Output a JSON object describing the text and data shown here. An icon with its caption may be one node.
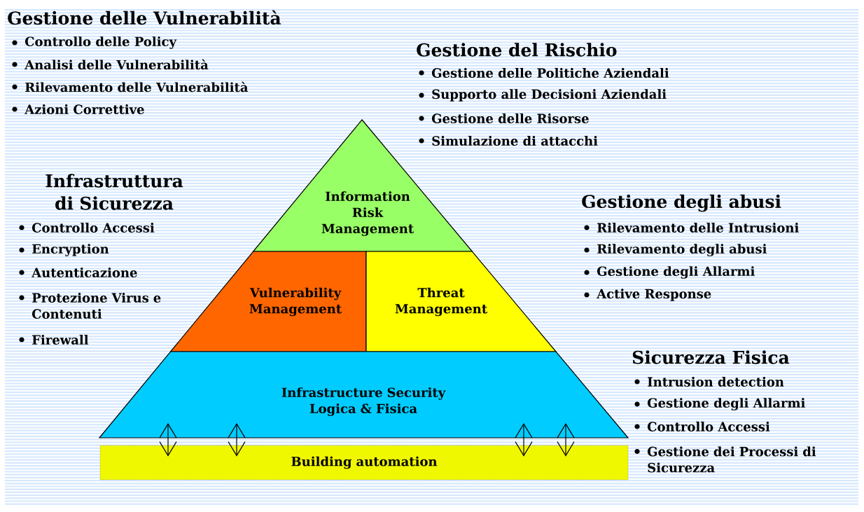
{
  "diagram": {
    "nodes": [
      {
        "text": [
          "Information Risk Management"
        ]
      },
      {
        "text": [
          "Vulnerability Management"
        ]
      },
      {
        "text": [
          "Threat Management"
        ]
      },
      {
        "text": [
          "Infrastructure Security Logica & Fisica"
        ]
      },
      {
        "text": [
          "Building automation"
        ]
      }
    ],
    "edges": [
      {
        "from": 3,
        "to": 4,
        "arrow": "both"
      },
      {
        "from": 3,
        "to": 4,
        "arrow": "both"
      },
      {
        "from": 3,
        "to": 4,
        "arrow": "both"
      },
      {
        "from": 3,
        "to": 4,
        "arrow": "both"
      }
    ],
    "labels": [
      "Gestione delle Vulnerabilità",
      "Controllo delle Policy",
      "Analisi delle Vulnerabilità",
      "Rilevamento delle Vulnerabilità",
      "Azioni Correttive",
      "Gestione del Rischio",
      "Gestione delle Politiche Aziendali",
      "Supporto alle Decisioni Aziendali",
      "Gestione delle Risorse",
      "Simulazione di attacchi",
      "Infrastruttura di Sicurezza",
      "Controllo Accessi",
      "Encryption",
      "Autenticazione",
      "Protezione Virus e Contenuti",
      "Firewall",
      "Gestione degli abusi",
      "Rilevamento delle Intrusioni",
      "Rilevamento degli abusi",
      "Gestione degli Allarmi",
      "Active Response",
      "Sicurezza Fisica",
      "Intrusion detection",
      "Gestione degli Allarmi",
      "Controllo Accessi",
      "Gestione dei Processi di Sicurezza"
    ]
  }
}
